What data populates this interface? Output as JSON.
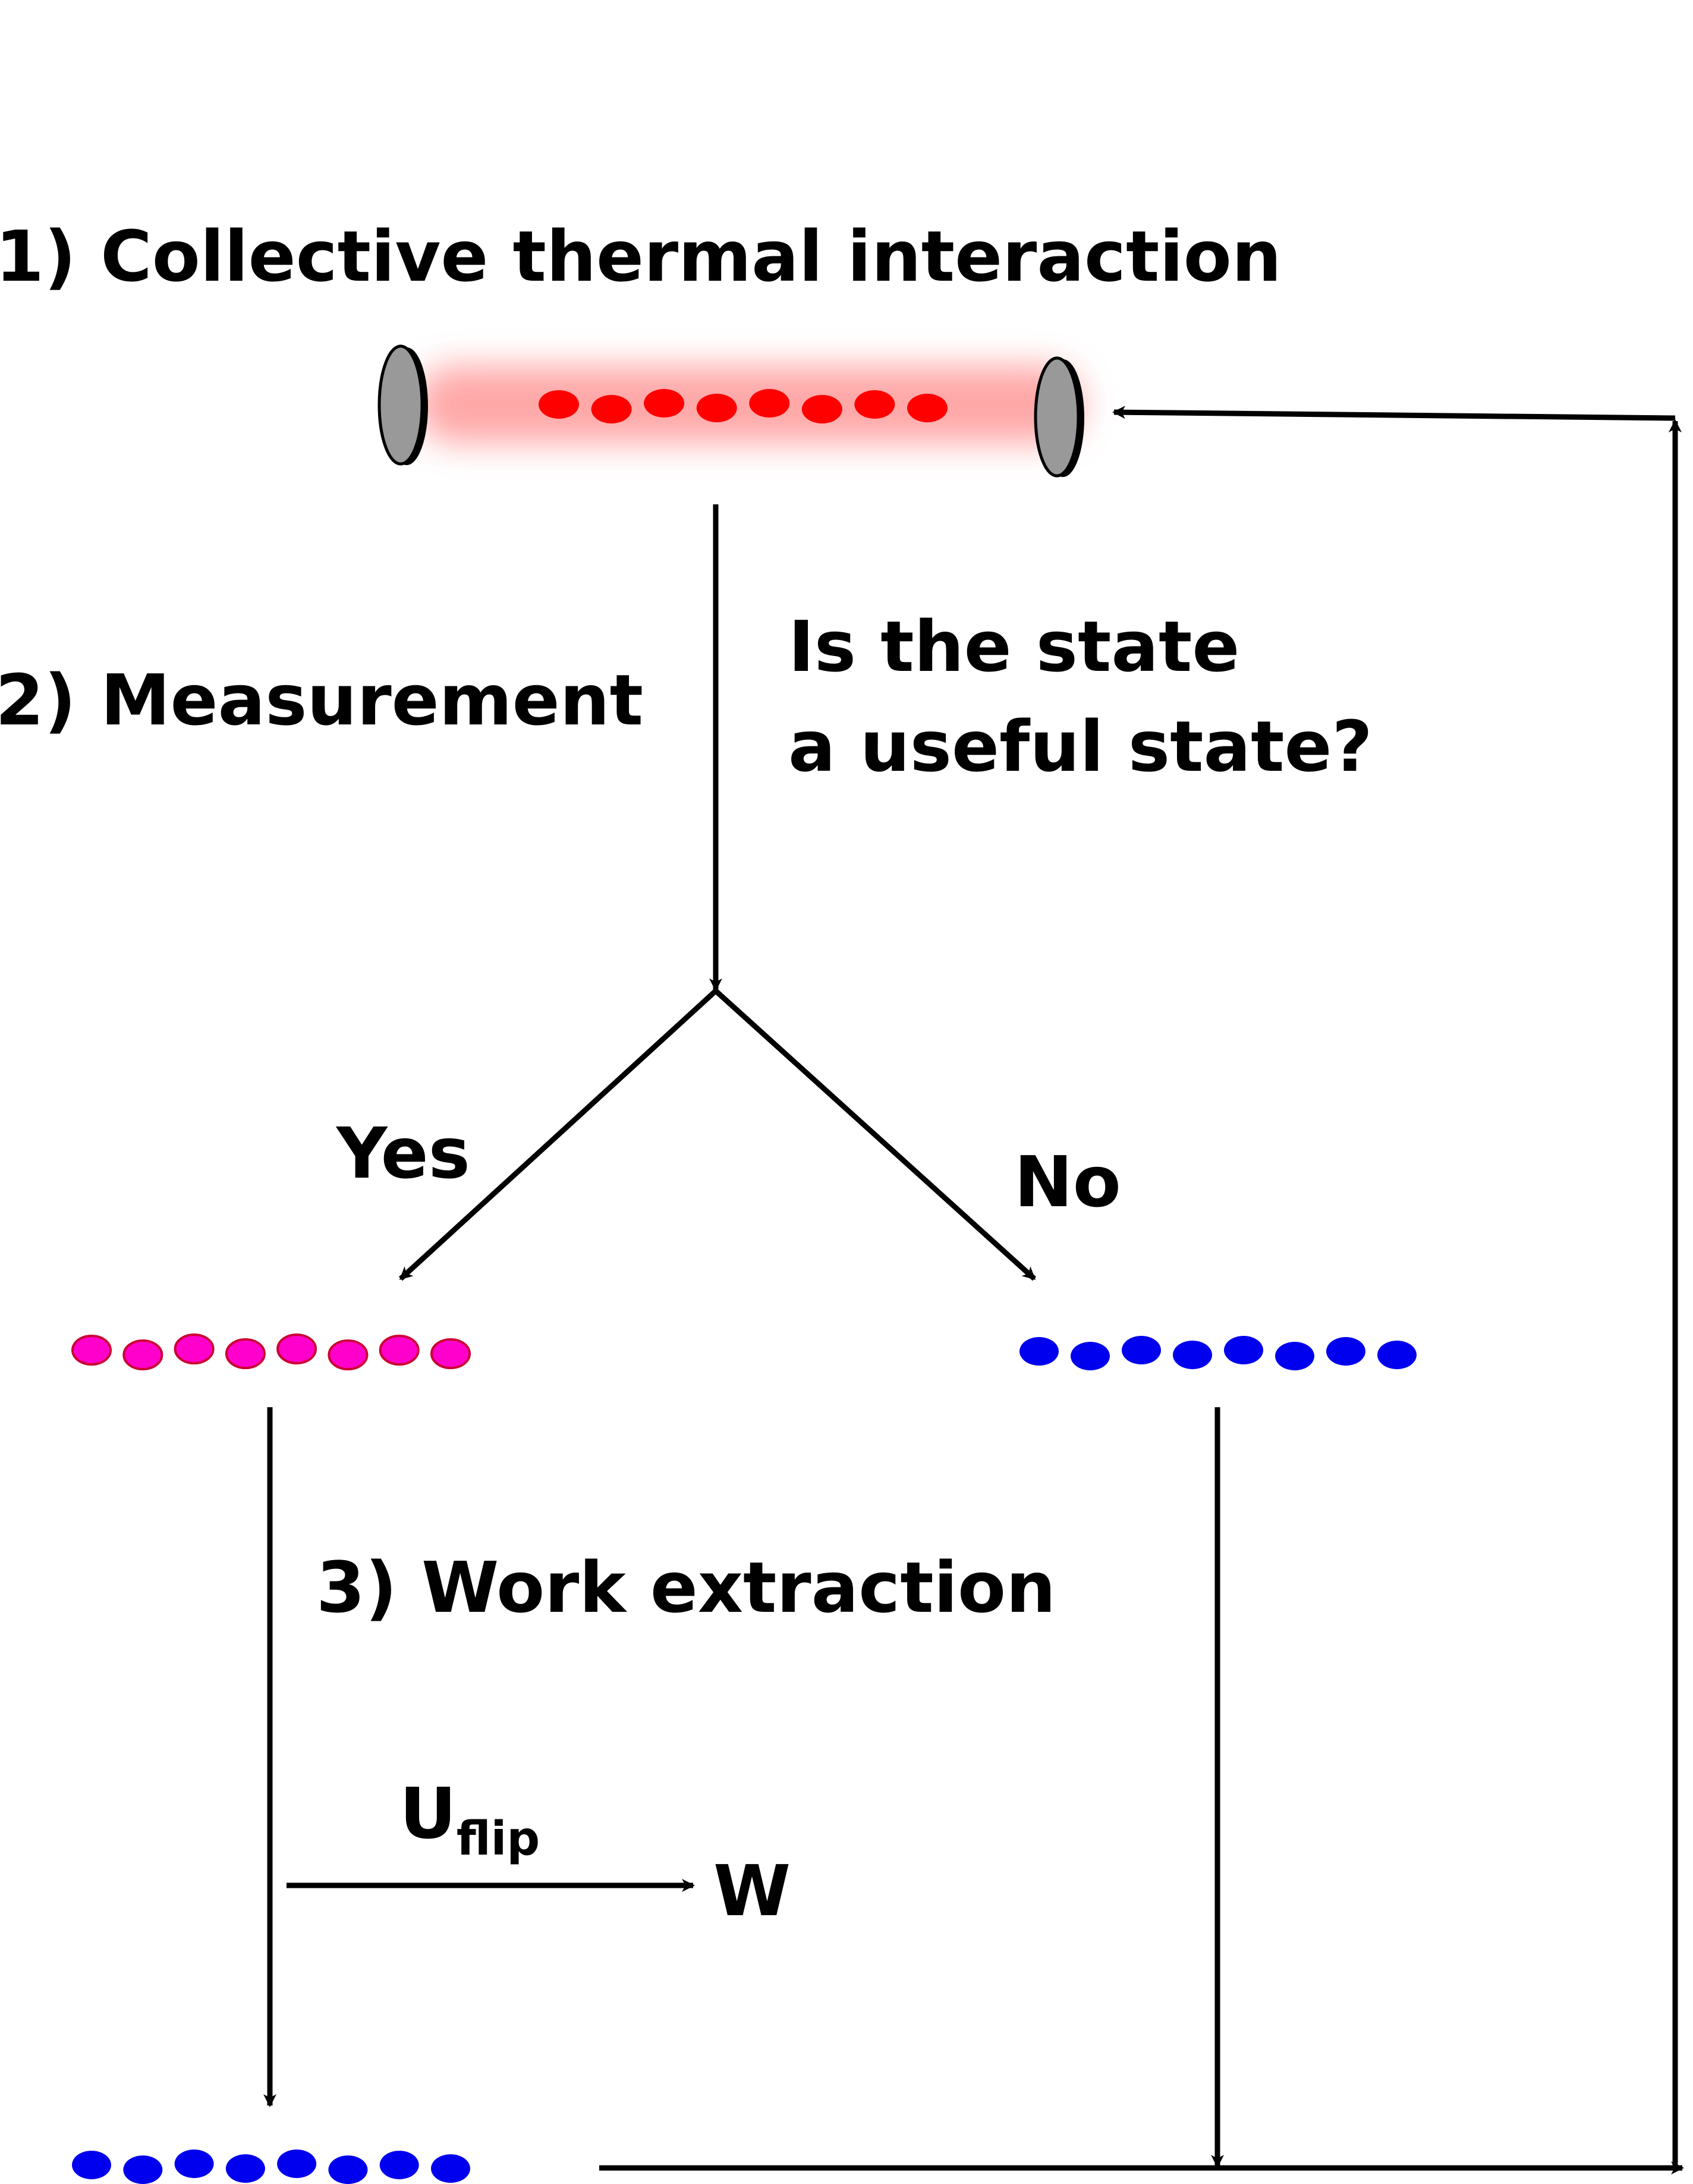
{
  "steps": {
    "step1": "1) Collective  thermal interaction",
    "step2": "2) Measurement",
    "step3": "3) Work extraction"
  },
  "question": {
    "line1": "Is the state",
    "line2": "a useful state?"
  },
  "branches": {
    "yes": "Yes",
    "no": "No"
  },
  "operation": {
    "u": "U",
    "sub": "flip",
    "output": "W"
  },
  "colors": {
    "excited_atoms": "#ff0000",
    "useful_atoms": "#ff00cc",
    "ground_atoms": "#0000ee",
    "cavity_glow": "#ff9999",
    "mirror": "#999999"
  },
  "atom_counts": {
    "cavity": 8,
    "useful": 8,
    "not_useful": 8,
    "after_extraction": 8
  }
}
